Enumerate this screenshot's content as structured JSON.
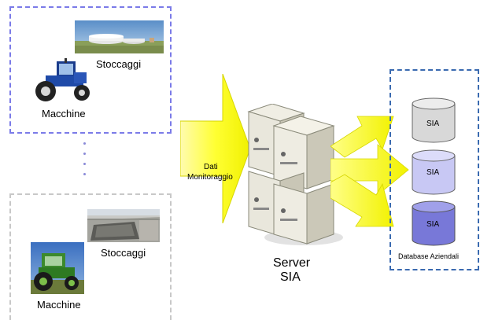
{
  "top_group": {
    "storage_label": "Stoccaggi",
    "machines_label": "Macchine"
  },
  "bottom_group": {
    "storage_label": "Stoccaggi",
    "machines_label": "Macchine"
  },
  "arrow": {
    "label_line1": "Dati",
    "label_line2": "Monitoraggio"
  },
  "server": {
    "label_line1": "Server",
    "label_line2": "SIA"
  },
  "databases": {
    "caption": "Database Aziendali",
    "items": [
      {
        "label": "SIA",
        "color": "#d8d8d8"
      },
      {
        "label": "SIA",
        "color": "#c8c8f4"
      },
      {
        "label": "SIA",
        "color": "#7878d8"
      }
    ]
  },
  "colors": {
    "arrow_yellow": "#ffff00",
    "top_border": "#7b7be8",
    "bottom_border": "#c8c8c8",
    "db_border": "#3a6ab0"
  }
}
